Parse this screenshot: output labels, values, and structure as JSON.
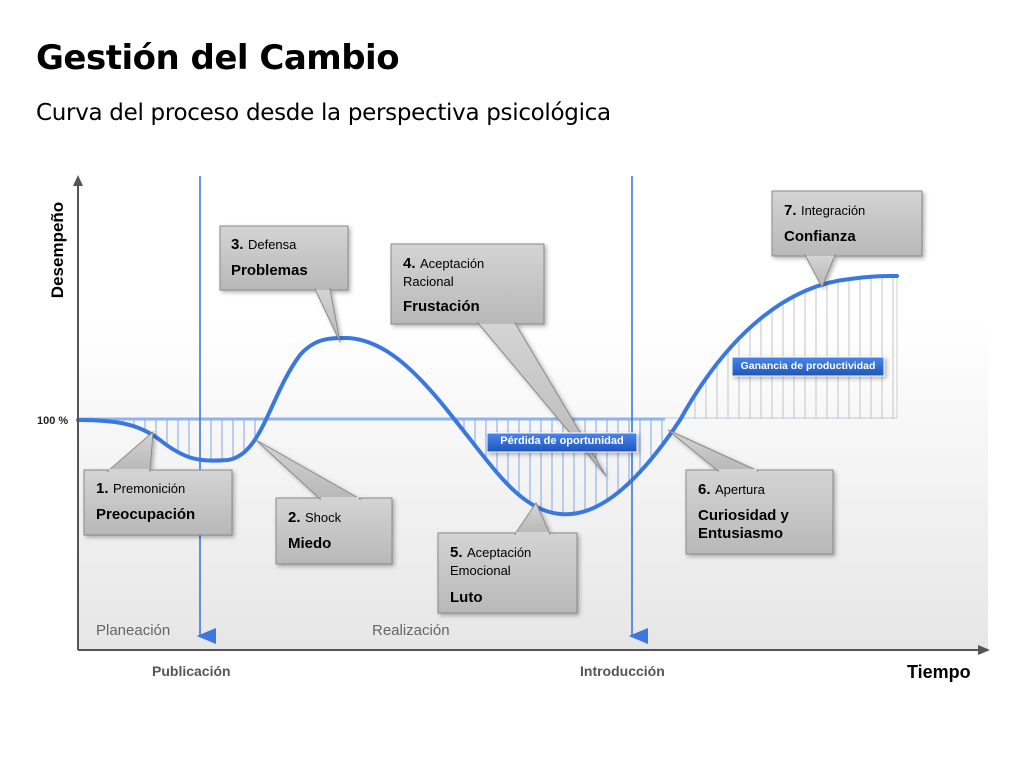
{
  "title": "Gestión del Cambio",
  "subtitle": "Curva del proceso desde la perspectiva psicológica",
  "axes": {
    "y_label": "Desempeño",
    "x_label": "Tiempo",
    "baseline_label": "100 %"
  },
  "phases": {
    "planning": "Planeación",
    "realization": "Realización"
  },
  "milestones": {
    "publication": "Publicación",
    "introduction": "Introducción"
  },
  "areas": {
    "loss": "Pérdida de oportunidad",
    "gain": "Ganancia de productividad"
  },
  "stages": [
    {
      "num": "1.",
      "name": "Premonición",
      "emotion": "Preocupación"
    },
    {
      "num": "2.",
      "name": "Shock",
      "emotion": "Miedo"
    },
    {
      "num": "3.",
      "name": "Defensa",
      "emotion": "Problemas"
    },
    {
      "num": "4.",
      "name": "Aceptación Racional",
      "emotion": "Frustación"
    },
    {
      "num": "5.",
      "name": "Aceptación Emocional",
      "emotion": "Luto"
    },
    {
      "num": "6.",
      "name": "Apertura",
      "emotion": "Curiosidad y Entusiasmo"
    },
    {
      "num": "7.",
      "name": "Integración",
      "emotion": "Confianza"
    }
  ],
  "colors": {
    "curve": "#3a78e0",
    "milestone": "#3a78e0",
    "box_fill": "#c6c6c6",
    "box_stroke": "#8a8a8a",
    "badge": "#2a62c9"
  }
}
